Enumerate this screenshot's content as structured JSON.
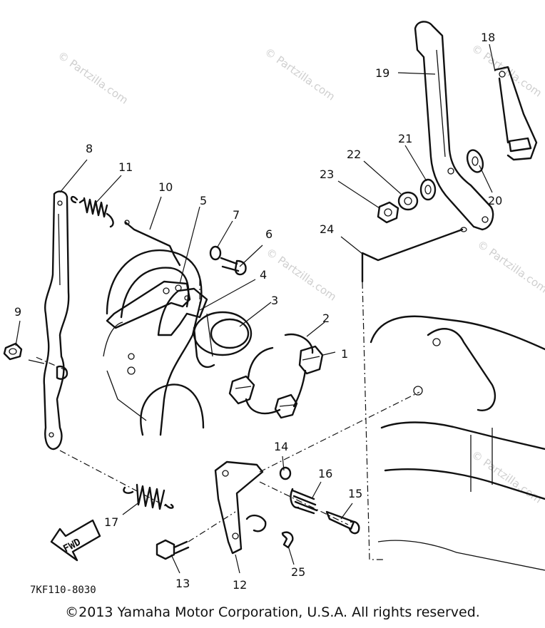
{
  "watermark": "© Partzilla.com",
  "diagram_code": "7KF110-8030",
  "fwd_label": "FWD",
  "copyright": "©2013 Yamaha Motor Corporation, U.S.A. All rights reserved.",
  "callouts": {
    "c1": "1",
    "c2": "2",
    "c3": "3",
    "c4": "4",
    "c5": "5",
    "c6": "6",
    "c7": "7",
    "c8": "8",
    "c9": "9",
    "c10": "10",
    "c11": "11",
    "c12": "12",
    "c13": "13",
    "c14": "14",
    "c15": "15",
    "c16": "16",
    "c17": "17",
    "c18": "18",
    "c19": "19",
    "c20": "20",
    "c21": "21",
    "c22": "22",
    "c23": "23",
    "c24": "24",
    "c25": "25"
  }
}
